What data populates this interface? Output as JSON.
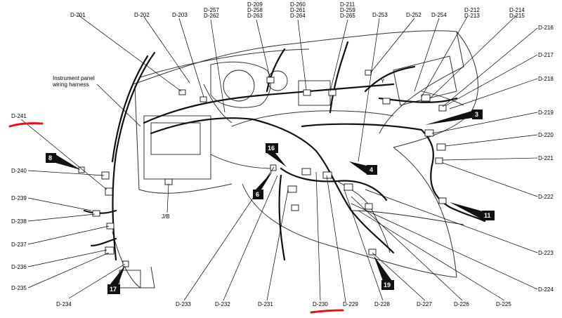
{
  "connectors": {
    "d201": "D-201",
    "d202": "D-202",
    "d203": "D-203",
    "d257": "D-257",
    "d262": "D-262",
    "d209": "D-209",
    "d258": "D-258",
    "d263": "D-263",
    "d260": "D-260",
    "d261": "D-261",
    "d264": "D-264",
    "d211": "D-211",
    "d259": "D-259",
    "d265": "D-265",
    "d253": "D-253",
    "d252": "D-252",
    "d254": "D-254",
    "d212": "D-212",
    "d213": "D-213",
    "d214": "D-214",
    "d215": "D-215",
    "d216": "D-216",
    "d217": "D-217",
    "d218": "D-218",
    "d219": "D-219",
    "d220": "D-220",
    "d221": "D-221",
    "d222": "D-222",
    "d223": "D-223",
    "d224": "D-224",
    "d225": "D-225",
    "d226": "D-226",
    "d227": "D-227",
    "d228": "D-228",
    "d229": "D-229",
    "d230": "D-230",
    "d231": "D-231",
    "d232": "D-232",
    "d233": "D-233",
    "d234": "D-234",
    "d235": "D-235",
    "d236": "D-236",
    "d237": "D-237",
    "d238": "D-238",
    "d239": "D-239",
    "d240": "D-240",
    "d241": "D-241"
  },
  "labels": {
    "harness_line1": "Instrument panel",
    "harness_line2": "wiring harness",
    "jb": "J/B",
    "y": "Y"
  },
  "callouts": {
    "c3": "3",
    "c4": "4",
    "c6": "6",
    "c8": "8",
    "c11": "11",
    "c16": "16",
    "c17": "17",
    "c19": "19"
  },
  "colors": {
    "highlight": "#e0141b",
    "ink": "#111111"
  }
}
